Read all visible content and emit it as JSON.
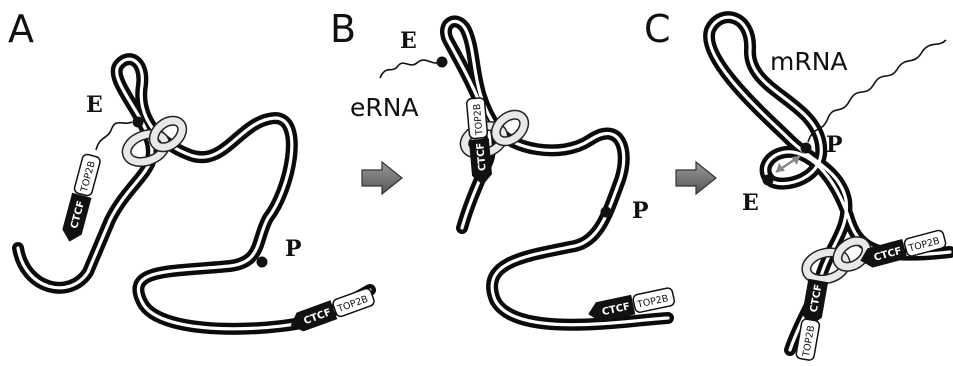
{
  "panels": [
    {
      "letter": "A",
      "enhancer": "E",
      "promoter": "P",
      "ctcf_1": "CTCF",
      "top2b_1": "TOP2B",
      "ctcf_2": "CTCF",
      "top2b_2": "TOP2B"
    },
    {
      "letter": "B",
      "enhancer": "E",
      "promoter": "P",
      "rna": "eRNA",
      "ctcf_1": "CTCF",
      "top2b_1": "TOP2B",
      "ctcf_2": "CTCF",
      "top2b_2": "TOP2B"
    },
    {
      "letter": "C",
      "enhancer": "E",
      "promoter": "P",
      "rna": "mRNA",
      "ctcf_1": "CTCF",
      "top2b_1": "TOP2B",
      "ctcf_2": "CTCF",
      "top2b_2": "TOP2B"
    }
  ],
  "colors": {
    "chromatin": "#0b0b0b",
    "cohesin_ring": "#e8e8e8",
    "transition_arrow": "#777777",
    "ctcf_tag": "#111111",
    "top2b_tag": "#ffffff"
  }
}
